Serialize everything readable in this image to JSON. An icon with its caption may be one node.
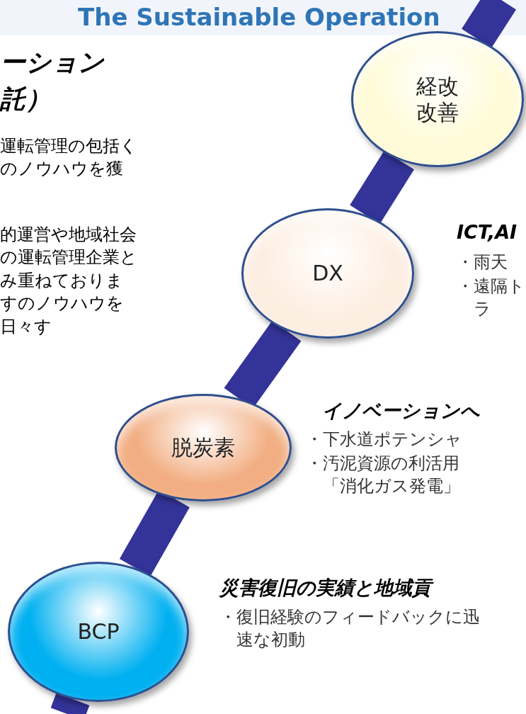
{
  "diagram": {
    "title": "The Sustainable Operation",
    "nodes": [
      {
        "text": [
          "経改改善"
        ]
      },
      {
        "text": [
          "DX"
        ],
        "beside": [
          "ICT,AI",
          "・雨天",
          "・遠隔トラ"
        ]
      },
      {
        "text": [
          "脱炭素"
        ],
        "beside": [
          "イノベーションへ",
          "・下水道ポテンシャ",
          "・汚泥資源の利活用「消化ガス発電」"
        ]
      },
      {
        "text": [
          "BCP"
        ],
        "beside": [
          "災害復旧の実績と地域貢",
          "・復旧経験のフィードバックに迅速な初動"
        ]
      }
    ],
    "edges": [
      {
        "from": 0,
        "to": 1,
        "arrow": "none"
      },
      {
        "from": 1,
        "to": 2,
        "arrow": "none"
      },
      {
        "from": 2,
        "to": 3,
        "arrow": "none"
      }
    ],
    "labels": [
      "ーション託）",
      "運転管理の包括くのノウハウを獲",
      "的運営や地域社会の運転管理企業とみ重ねておりますのノウハウを日々す"
    ]
  }
}
